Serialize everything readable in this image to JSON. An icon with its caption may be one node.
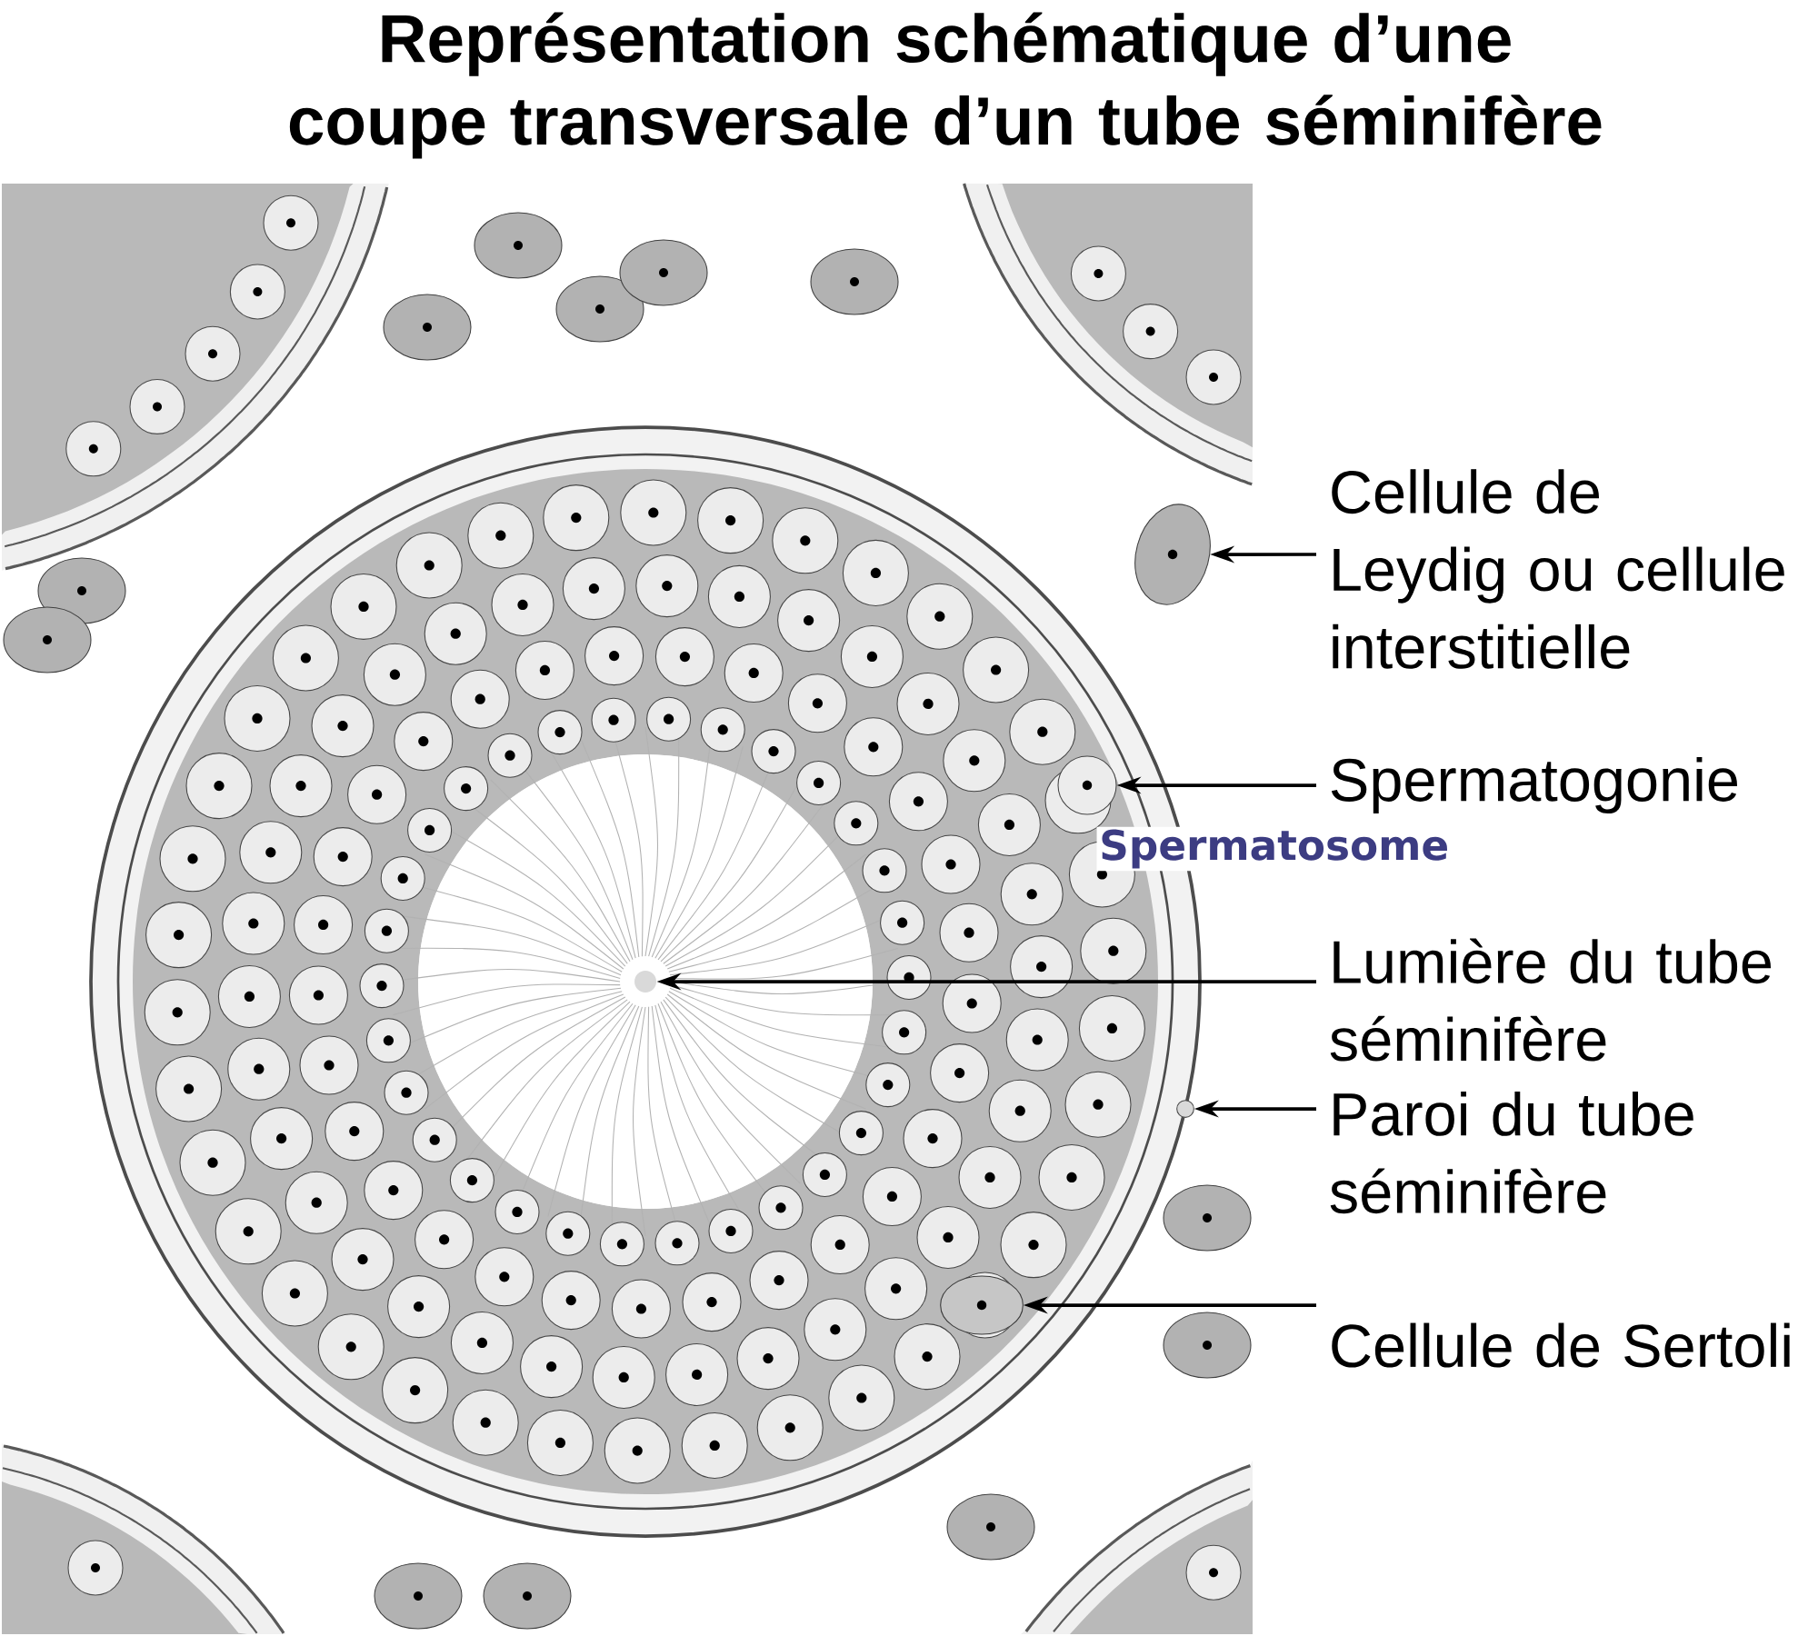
{
  "diagram": {
    "title": "Représentation schématique d’une coupe transversale d’un tube séminifère",
    "nodes": [
      {
        "text": [
          "Cellule de Leydig ou cellule interstitielle"
        ]
      },
      {
        "text": [],
        "shape": "picture"
      },
      {
        "text": [
          "Spermatogonie"
        ]
      },
      {
        "text": [],
        "shape": "picture"
      },
      {
        "text": [
          "Lumière du tube séminifère"
        ]
      },
      {
        "text": [],
        "shape": "circle"
      },
      {
        "text": [
          "Paroi du tube séminifère"
        ]
      },
      {
        "text": [],
        "shape": "circle"
      },
      {
        "text": [
          "Cellule de Sertoli"
        ]
      },
      {
        "text": [],
        "shape": "picture"
      }
    ],
    "edges": [
      {
        "from": 0,
        "to": 1,
        "arrow": "to"
      },
      {
        "from": 2,
        "to": 3,
        "arrow": "to"
      },
      {
        "from": 4,
        "to": 5,
        "arrow": "to"
      },
      {
        "from": 6,
        "to": 7,
        "arrow": "to"
      },
      {
        "from": 8,
        "to": 9,
        "arrow": "to"
      }
    ],
    "labels": [
      "Spermatosome"
    ]
  }
}
